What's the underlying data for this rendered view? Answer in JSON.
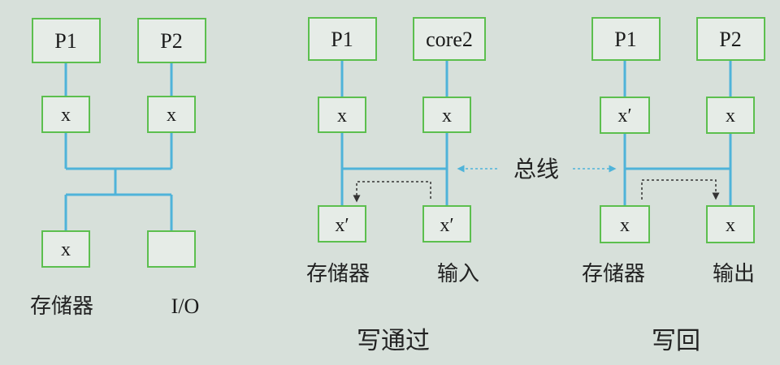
{
  "colors": {
    "background": "#d7e0da",
    "box_border": "#5cbf4e",
    "box_fill": "#e6ece7",
    "bus_line": "#4fb3d9",
    "dashed": "#333333",
    "text": "#1a1a1a"
  },
  "diagram1": {
    "p1": "P1",
    "p2": "P2",
    "cache1": "x",
    "cache2": "x",
    "memory": "x",
    "io": "",
    "memory_label": "存储器",
    "io_label": "I/O"
  },
  "diagram2": {
    "p1": "P1",
    "p2": "core2",
    "cache1": "x",
    "cache2": "x",
    "memory": "x′",
    "input_dev": "x′",
    "memory_label": "存储器",
    "input_label": "输入",
    "caption": "写通过"
  },
  "diagram3": {
    "p1": "P1",
    "p2": "P2",
    "cache1": "x′",
    "cache2": "x",
    "memory": "x",
    "output_dev": "x",
    "memory_label": "存储器",
    "output_label": "输出",
    "caption": "写回"
  },
  "bus_label": "总线"
}
